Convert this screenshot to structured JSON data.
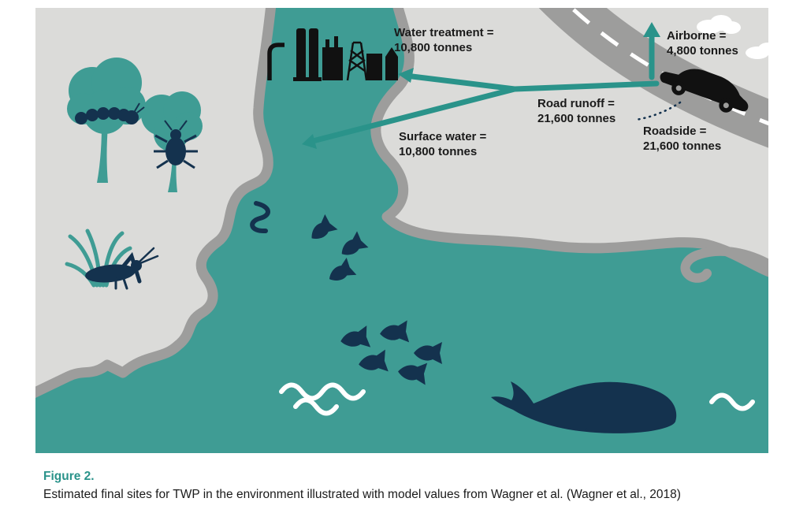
{
  "figure": {
    "label": "Figure 2.",
    "caption": "Estimated final sites for TWP in the environment illustrated with model values from Wagner et al. (Wagner et al., 2018)"
  },
  "annotations": {
    "water_treatment": {
      "label": "Water treatment =",
      "value": "10,800 tonnes"
    },
    "airborne": {
      "label": "Airborne =",
      "value": "4,800 tonnes"
    },
    "road_runoff": {
      "label": "Road runoff =",
      "value": "21,600 tonnes"
    },
    "surface_water": {
      "label": "Surface water =",
      "value": "10,800 tonnes"
    },
    "roadside": {
      "label": "Roadside =",
      "value": "21,600 tonnes"
    }
  },
  "colors": {
    "water": "#3F9C94",
    "land": "#DBDBD9",
    "shore": "#9D9D9C",
    "dark_navy": "#14324E",
    "accent_teal": "#2A938A",
    "silhouette_black": "#111111",
    "wave_white": "#FFFFFF"
  }
}
